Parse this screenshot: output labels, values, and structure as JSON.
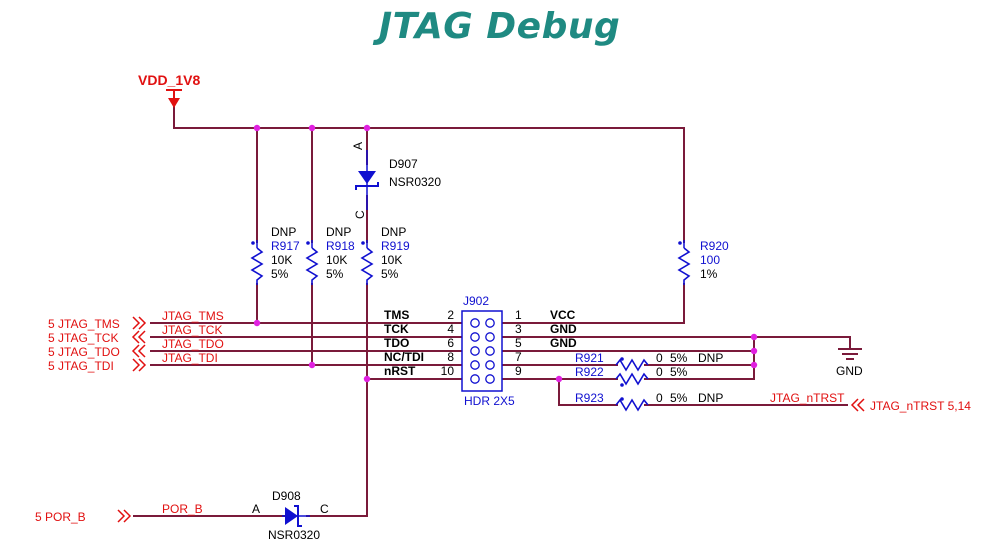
{
  "title": "JTAG Debug",
  "colors": {
    "title": "#1f8a82",
    "wire": "#7a1a3a",
    "power": "#e11010",
    "part": "#1010d0",
    "junction": "#e020e0",
    "label": "#000000"
  },
  "power": {
    "name": "VDD_1V8"
  },
  "offpage": {
    "tms": "5 JTAG_TMS",
    "tck": "5 JTAG_TCK",
    "tdo": "5 JTAG_TDO",
    "tdi": "5 JTAG_TDI",
    "por": "5 POR_B",
    "ntrst": "JTAG_nTRST 5,14"
  },
  "nets": {
    "tms": "JTAG_TMS",
    "tck": "JTAG_TCK",
    "tdo": "JTAG_TDO",
    "tdi": "JTAG_TDI",
    "por": "POR_B",
    "ntrst": "JTAG_nTRST"
  },
  "d907": {
    "ref": "D907",
    "part": "NSR0320",
    "anode": "A",
    "cathode": "C"
  },
  "d908": {
    "ref": "D908",
    "part": "NSR0320",
    "anode": "A",
    "cathode": "C"
  },
  "r917": {
    "dnp": "DNP",
    "ref": "R917",
    "value": "10K",
    "tol": "5%"
  },
  "r918": {
    "dnp": "DNP",
    "ref": "R918",
    "value": "10K",
    "tol": "5%"
  },
  "r919": {
    "dnp": "DNP",
    "ref": "R919",
    "value": "10K",
    "tol": "5%"
  },
  "r920": {
    "ref": "R920",
    "value": "100",
    "tol": "1%"
  },
  "r921": {
    "ref": "R921",
    "value": "0",
    "tol": "5%",
    "dnp": "DNP"
  },
  "r922": {
    "ref": "R922",
    "value": "0",
    "tol": "5%"
  },
  "r923": {
    "ref": "R923",
    "value": "0",
    "tol": "5%",
    "dnp": "DNP"
  },
  "header": {
    "ref": "J902",
    "part": "HDR 2X5",
    "left": [
      {
        "name": "TMS",
        "pin": "2"
      },
      {
        "name": "TCK",
        "pin": "4"
      },
      {
        "name": "TDO",
        "pin": "6"
      },
      {
        "name": "NC/TDI",
        "pin": "8"
      },
      {
        "name": "nRST",
        "pin": "10"
      }
    ],
    "right": [
      {
        "pin": "1",
        "name": "VCC"
      },
      {
        "pin": "3",
        "name": "GND"
      },
      {
        "pin": "5",
        "name": "GND"
      },
      {
        "pin": "7",
        "name": ""
      },
      {
        "pin": "9",
        "name": ""
      }
    ]
  },
  "gnd": {
    "name": "GND"
  }
}
